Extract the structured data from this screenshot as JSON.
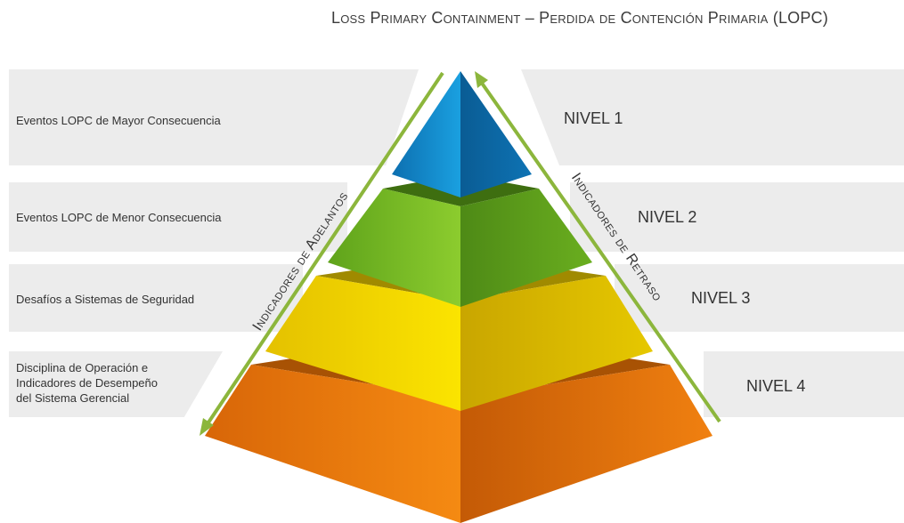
{
  "title": "Loss Primary Containment – Perdida de Contención Primaria (LOPC)",
  "levels": [
    {
      "label": "NIVEL 1",
      "description": "Eventos LOPC de Mayor Consecuencia",
      "color": "#1a8fd0"
    },
    {
      "label": "NIVEL 2",
      "description": "Eventos LOPC de Menor Consecuencia",
      "color": "#7bc02a"
    },
    {
      "label": "NIVEL 3",
      "description": "Desafíos a Sistemas de Seguridad",
      "color": "#f2d400"
    },
    {
      "label": "NIVEL 4",
      "description_lines": [
        "Disciplina de Operación e",
        "Indicadores de Desempeño",
        "del Sistema Gerencial"
      ],
      "color": "#ef7d0a"
    }
  ],
  "left_arrow_label": "Indicadores de Adelantos",
  "right_arrow_label": "Indicadores de Retraso",
  "arrow_color": "#8cb63c"
}
